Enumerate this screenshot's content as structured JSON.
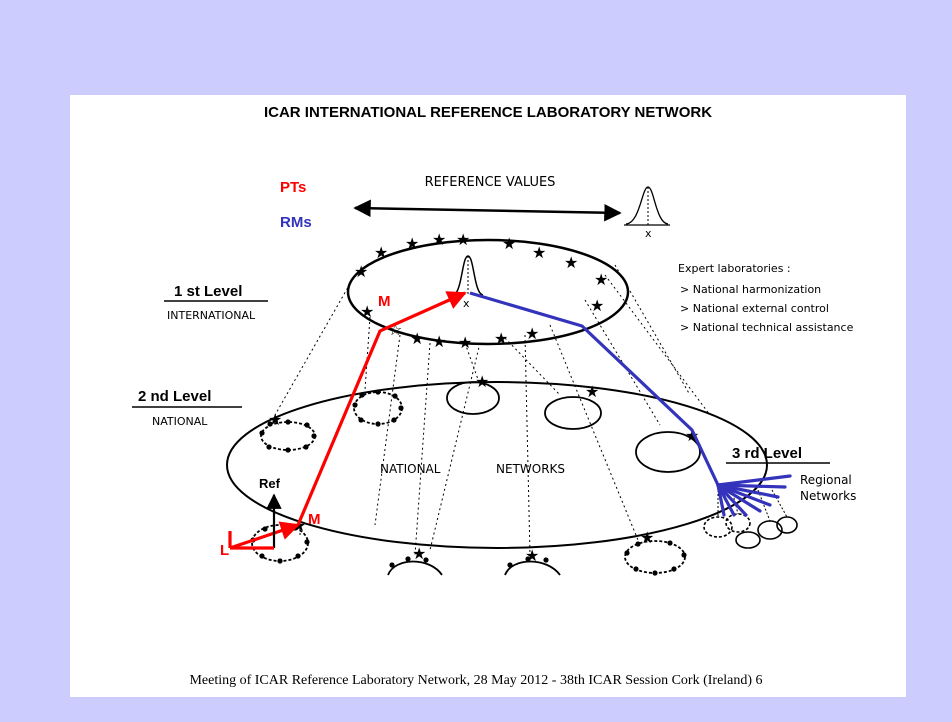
{
  "title": "ICAR INTERNATIONAL REFERENCE LABORATORY NETWORK",
  "legend": {
    "pts": "PTs",
    "rms": "RMs",
    "pts_color": "#ff0000",
    "rms_color": "#3333bb"
  },
  "reference_values": "REFERENCE   VALUES",
  "x_mark": "x",
  "levels": {
    "first": {
      "label": "1 st Level",
      "sub": "INTERNATIONAL"
    },
    "second": {
      "label": "2 nd Level",
      "sub": "NATIONAL"
    },
    "third": {
      "label": "3 rd Level"
    }
  },
  "expert": {
    "heading": "Expert laboratories :",
    "items": [
      "> National harmonization",
      "> National external control",
      "> National technical assistance"
    ]
  },
  "national_networks": {
    "word1": "NATIONAL",
    "word2": "NETWORKS"
  },
  "regional": {
    "line1": "Regional",
    "line2": "Networks"
  },
  "markers": {
    "m_top": "M",
    "m_bottom": "M",
    "l": "L",
    "ref": "Ref"
  },
  "footer": "Meeting of ICAR Reference Laboratory Network,  28 May 2012 - 38th ICAR Session Cork (Ireland)  6"
}
